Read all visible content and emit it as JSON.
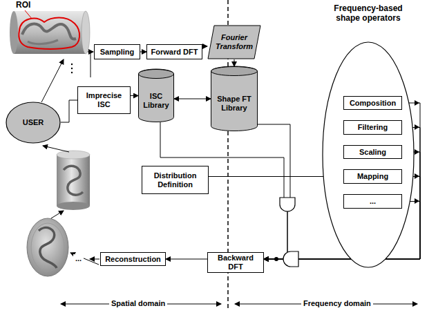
{
  "diagram": {
    "nodes": [
      {
        "text": [
          "Sampling"
        ]
      },
      {
        "text": [
          "Forward DFT"
        ]
      },
      {
        "text": [
          "Fourier Transform"
        ]
      },
      {
        "text": [
          "Frequency-based shape operators"
        ]
      },
      {
        "text": [
          "USER"
        ]
      },
      {
        "text": [
          "Imprecise ISC"
        ]
      },
      {
        "text": [
          "ISC Library"
        ]
      },
      {
        "text": [
          "Shape FT Library"
        ]
      },
      {
        "text": [
          "Composition"
        ],
        "in": 3
      },
      {
        "text": [
          "Filtering"
        ],
        "in": 3
      },
      {
        "text": [
          "Scaling"
        ],
        "in": 3
      },
      {
        "text": [
          "Mapping"
        ],
        "in": 3
      },
      {
        "text": [
          "..."
        ],
        "in": 3
      },
      {
        "text": [
          "Distribution Definition"
        ]
      },
      {
        "text": [
          "Reconstruction"
        ]
      },
      {
        "text": [
          "Backward DFT"
        ]
      }
    ],
    "edges": [
      {
        "from": 0,
        "to": 1,
        "arrow": "to"
      },
      {
        "from": 1,
        "to": 2,
        "arrow": "to"
      },
      {
        "from": 2,
        "to": 7,
        "arrow": "to"
      },
      {
        "from": 4,
        "to": 5,
        "arrow": "none"
      },
      {
        "from": 5,
        "to": 6,
        "arrow": "to"
      },
      {
        "from": 6,
        "to": 7,
        "arrow": "both"
      },
      {
        "from": 13,
        "to": 11,
        "arrow": "to"
      },
      {
        "from": 8,
        "to": 15,
        "arrow": "to"
      },
      {
        "from": 9,
        "to": 15,
        "arrow": "to"
      },
      {
        "from": 10,
        "to": 15,
        "arrow": "to"
      },
      {
        "from": 11,
        "to": 15,
        "arrow": "to"
      },
      {
        "from": 12,
        "to": 15,
        "arrow": "to"
      },
      {
        "from": 6,
        "to": 15,
        "arrow": "to"
      },
      {
        "from": 7,
        "to": 15,
        "arrow": "to"
      },
      {
        "from": 15,
        "to": 14,
        "arrow": "to"
      }
    ],
    "labels": [
      "ROI",
      "...",
      "Spatial domain",
      "Frequency domain"
    ]
  }
}
